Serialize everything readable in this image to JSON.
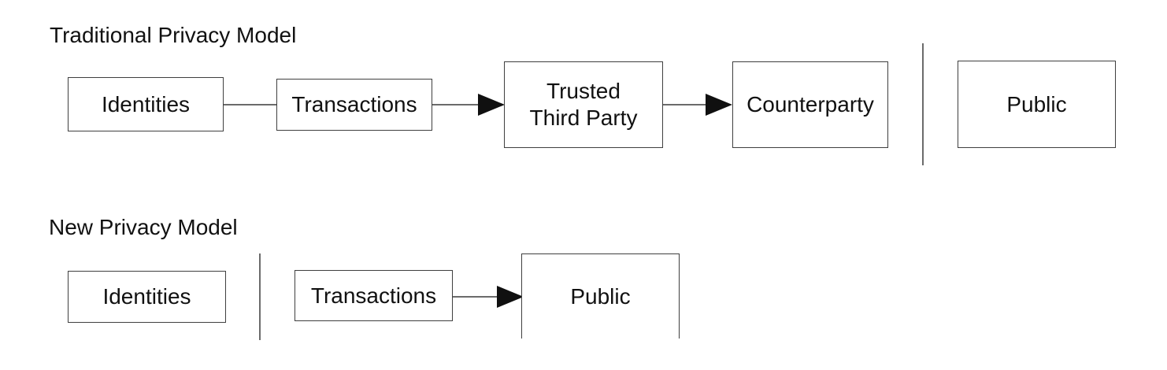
{
  "diagram": {
    "traditional": {
      "title": "Traditional Privacy Model",
      "identities": "Identities",
      "transactions": "Transactions",
      "trusted_third_party": "Trusted Third Party",
      "counterparty": "Counterparty",
      "public": "Public"
    },
    "new_model": {
      "title": "New Privacy Model",
      "identities": "Identities",
      "transactions": "Transactions",
      "public": "Public"
    },
    "colors": {
      "background": "#ffffff",
      "box_border": "#3f3f3f",
      "connector_line": "#6b6b6b",
      "arrowhead": "#101010",
      "text": "#111111"
    }
  }
}
